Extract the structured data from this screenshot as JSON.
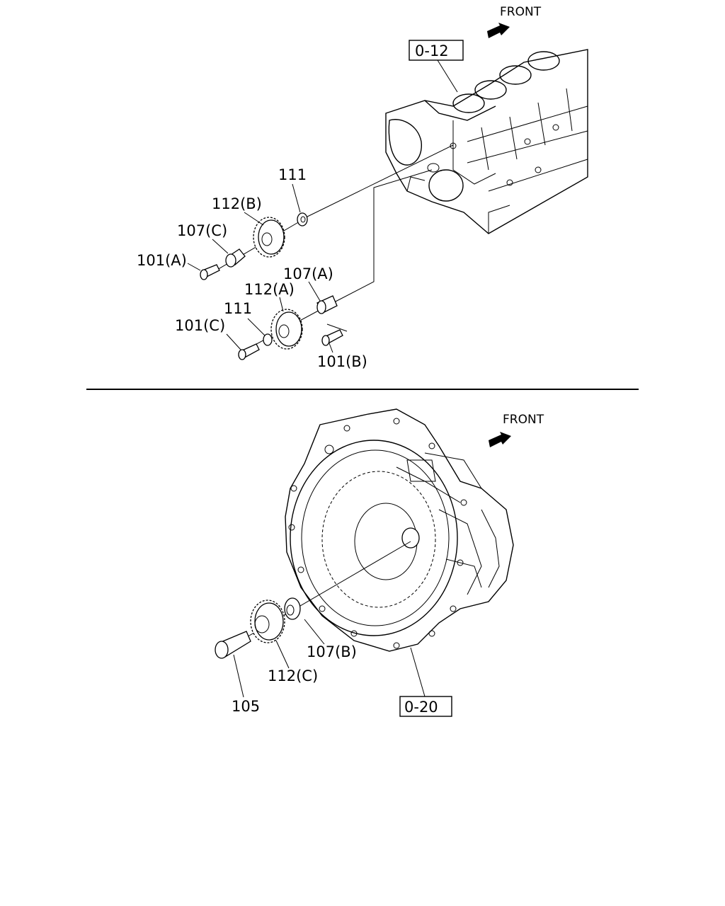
{
  "top": {
    "front_label": "FRONT",
    "ref_box": "0-12",
    "callouts": {
      "c111_top": "111",
      "c112b": "112(B)",
      "c107c": "107(C)",
      "c101a": "101(A)",
      "c107a": "107(A)",
      "c112a": "112(A)",
      "c111_bottom": "111",
      "c101c": "101(C)",
      "c101b": "101(B)"
    }
  },
  "bottom": {
    "front_label": "FRONT",
    "ref_box": "0-20",
    "callouts": {
      "c107b": "107(B)",
      "c112c": "112(C)",
      "c105": "105"
    }
  }
}
